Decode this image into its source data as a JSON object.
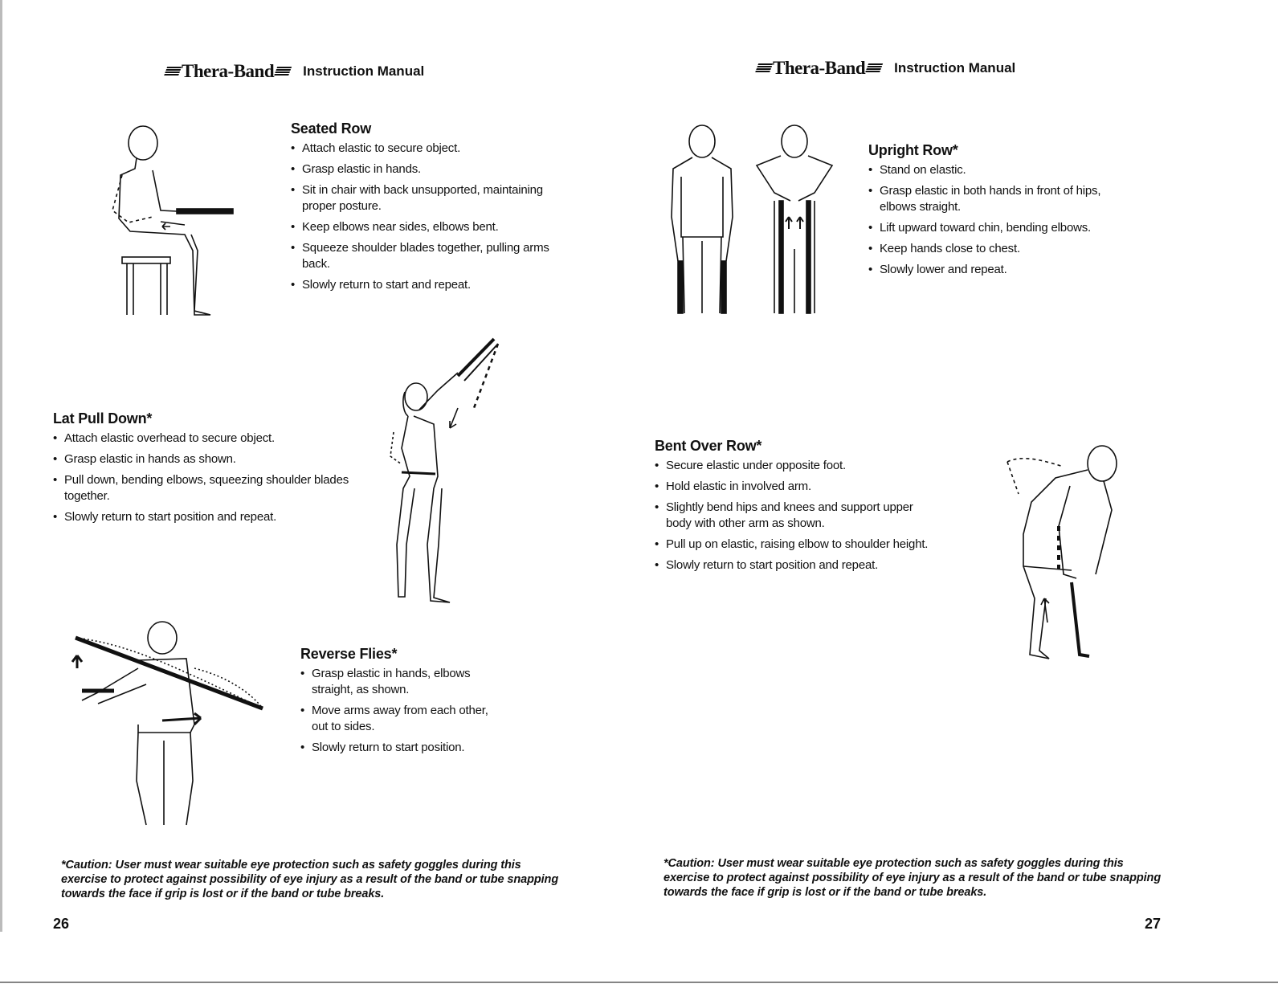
{
  "brand_name": "Thera-Band",
  "manual_label": "Instruction Manual",
  "left_page": {
    "seated_row": {
      "title": "Seated Row",
      "steps": [
        "Attach elastic to secure object.",
        "Grasp elastic in hands.",
        "Sit in chair with back unsupported, maintaining proper posture.",
        "Keep elbows near sides, elbows bent.",
        "Squeeze shoulder blades together, pulling arms back.",
        "Slowly return to start and repeat."
      ]
    },
    "lat_pull_down": {
      "title": "Lat Pull Down*",
      "steps": [
        "Attach elastic overhead to secure object.",
        "Grasp elastic in hands as shown.",
        "Pull down, bending elbows, squeezing shoulder blades together.",
        "Slowly return to start position and repeat."
      ]
    },
    "reverse_flies": {
      "title": "Reverse Flies*",
      "steps": [
        "Grasp elastic in hands, elbows straight, as shown.",
        "Move arms away from each other, out to sides.",
        "Slowly return to start position."
      ]
    },
    "caution": "*Caution: User must wear suitable eye protection such as safety goggles during this exercise to protect against possibility of eye injury as a result of the band or tube snapping towards the face if grip is lost or if the band or tube breaks.",
    "page_number": "26"
  },
  "right_page": {
    "upright_row": {
      "title": "Upright Row*",
      "steps": [
        "Stand on elastic.",
        "Grasp elastic in both hands in front of hips, elbows straight.",
        "Lift upward toward chin, bending elbows.",
        "Keep hands close to chest.",
        "Slowly lower and repeat."
      ]
    },
    "bent_over_row": {
      "title": "Bent Over Row*",
      "steps": [
        "Secure elastic under opposite foot.",
        "Hold elastic in involved arm.",
        "Slightly bend hips and knees and support upper body with other arm as shown.",
        "Pull up on elastic, raising elbow to shoulder height.",
        "Slowly return to start position and repeat."
      ]
    },
    "caution": "*Caution: User must wear suitable eye protection such as safety goggles during this exercise to protect against possibility of eye injury as a result of the band or tube snapping towards the face if grip is lost or if the band or tube breaks.",
    "page_number": "27"
  },
  "colors": {
    "ink": "#111111",
    "paper": "#ffffff"
  }
}
